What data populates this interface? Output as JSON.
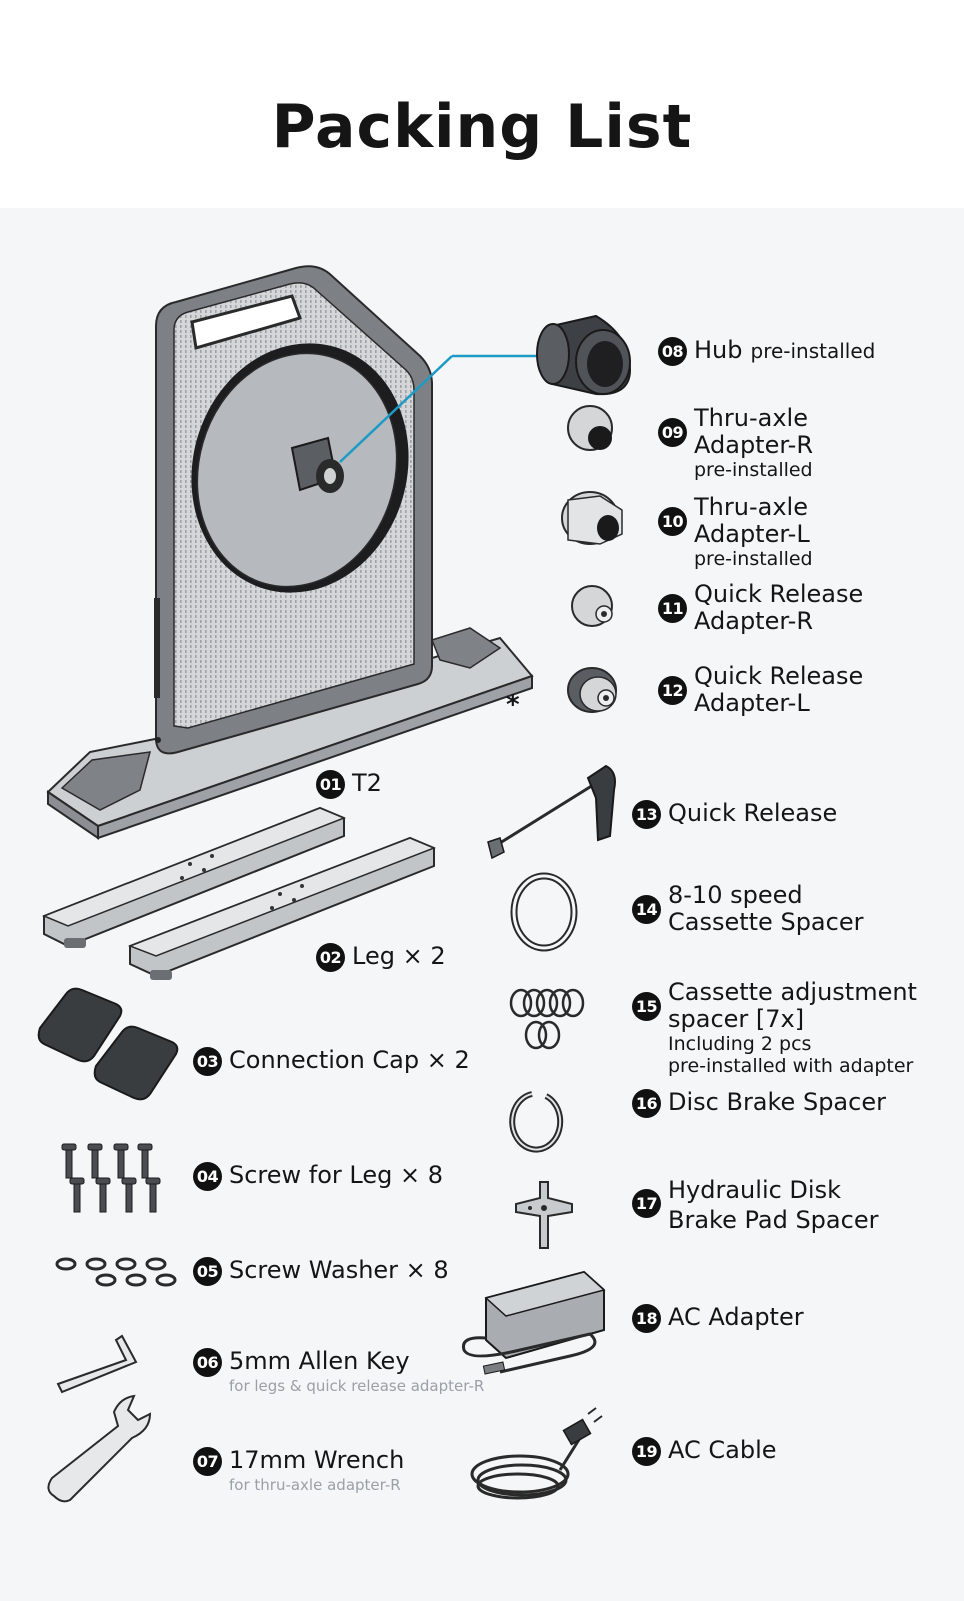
{
  "title": "Packing List",
  "asterisk": "*",
  "items": [
    {
      "num": "01",
      "label": "T2"
    },
    {
      "num": "02",
      "label": "Leg × 2"
    },
    {
      "num": "03",
      "label": "Connection Cap × 2"
    },
    {
      "num": "04",
      "label": "Screw for Leg × 8"
    },
    {
      "num": "05",
      "label": "Screw Washer × 8"
    },
    {
      "num": "06",
      "label": "5mm Allen Key",
      "sub": "for legs & quick release adapter-R"
    },
    {
      "num": "07",
      "label": "17mm Wrench",
      "sub": "for thru-axle adapter-R"
    },
    {
      "num": "08",
      "label": "Hub",
      "inline": "pre-installed"
    },
    {
      "num": "09",
      "line1": "Thru-axle",
      "line2": "Adapter-R",
      "note": "pre-installed"
    },
    {
      "num": "10",
      "line1": "Thru-axle",
      "line2": "Adapter-L",
      "note": "pre-installed"
    },
    {
      "num": "11",
      "line1": "Quick Release",
      "line2": "Adapter-R"
    },
    {
      "num": "12",
      "line1": "Quick Release",
      "line2": "Adapter-L"
    },
    {
      "num": "13",
      "label": "Quick Release"
    },
    {
      "num": "14",
      "line1": "8-10 speed",
      "line2": "Cassette Spacer"
    },
    {
      "num": "15",
      "line1": "Cassette adjustment",
      "line2": "spacer [7x]",
      "note1": "Including 2 pcs",
      "note2": "pre-installed with adapter"
    },
    {
      "num": "16",
      "label": "Disc Brake Spacer"
    },
    {
      "num": "17",
      "line1": "Hydraulic Disk",
      "line2": "Brake Pad Spacer"
    },
    {
      "num": "18",
      "label": "AC Adapter"
    },
    {
      "num": "19",
      "label": "AC Cable"
    }
  ],
  "colors": {
    "accent_line": "#1b9bc6",
    "badge": "#111111",
    "panel": "#f4f6f7",
    "subtext": "#9aa0a6"
  }
}
